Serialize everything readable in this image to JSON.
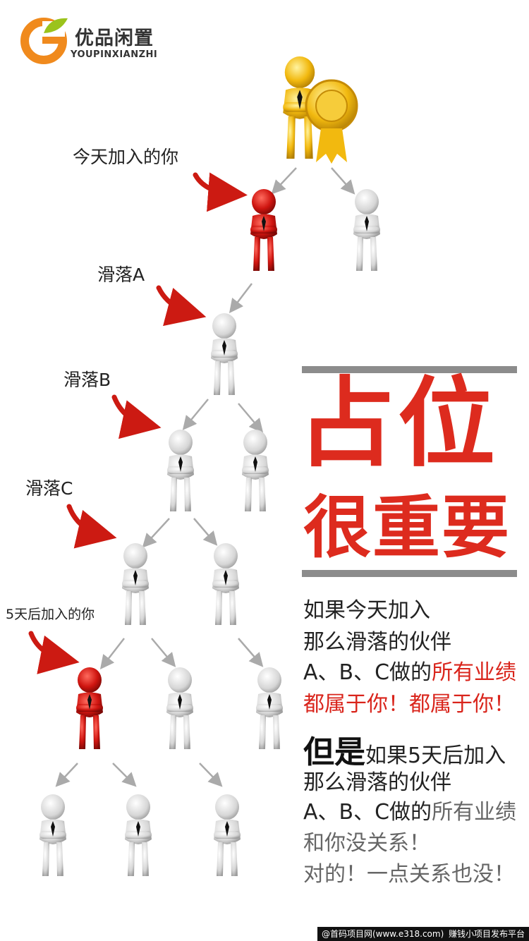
{
  "logo": {
    "name": "优品闲置",
    "sub": "YOUPINXIANZHI"
  },
  "labels": {
    "today_join": "今天加入的你",
    "slide_a": "滑落A",
    "slide_b": "滑落B",
    "slide_c": "滑落C",
    "later_join": "5天后加入的你"
  },
  "headline": {
    "line1": "占位",
    "line2": "很重要"
  },
  "text": {
    "l1": "如果今天加入",
    "l2": "那么滑落的伙伴",
    "l3a": "A、B、C做的",
    "l3b": "所有业绩",
    "l4": "都属于你！都属于你！",
    "l5big": "但是",
    "l5": "如果5天后加入",
    "l6": "那么滑落的伙伴",
    "l7a": "A、B、C做的",
    "l7b": "所有业绩",
    "l8": "和你没关系！",
    "l9": "对的！一点关系也没！"
  },
  "footer": {
    "left": "@首码项目网(www.e318.com)",
    "right": "赚钱小项目发布平台"
  },
  "colors": {
    "accent_red": "#dd2b1e",
    "gold": "#f2b90f",
    "grey_bar": "#8c8c8c",
    "logo_orange": "#f08a1d",
    "logo_green": "#9bc31c"
  }
}
